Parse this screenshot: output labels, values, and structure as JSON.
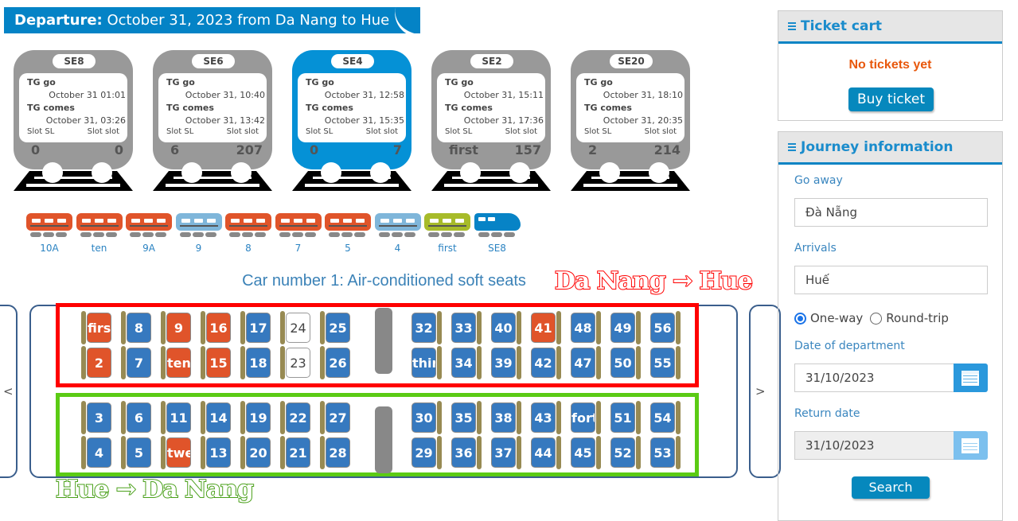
{
  "header": {
    "label": "Departure:",
    "text": " October 31, 2023 from Da Nang to Hue"
  },
  "trains": [
    {
      "name": "SE8",
      "go_label": "TG go",
      "go": "October 31 01:01",
      "comes_label": "TG comes",
      "comes": "October 31, 03:26",
      "slot_sl_label": "Slot SL",
      "slot_slot_label": "Slot slot",
      "sl": "0",
      "slot": "0",
      "active": false
    },
    {
      "name": "SE6",
      "go_label": "TG go",
      "go": "October 31, 10:40",
      "comes_label": "TG comes",
      "comes": "October 31, 13:42",
      "slot_sl_label": "Slot SL",
      "slot_slot_label": "Slot slot",
      "sl": "6",
      "slot": "207",
      "active": false
    },
    {
      "name": "SE4",
      "go_label": "TG go",
      "go": "October 31, 12:58",
      "comes_label": "TG comes",
      "comes": "October 31, 15:35",
      "slot_sl_label": "Slot SL",
      "slot_slot_label": "Slot slot",
      "sl": "0",
      "slot": "7",
      "active": true
    },
    {
      "name": "SE2",
      "go_label": "TG go",
      "go": "October 31, 15:11",
      "comes_label": "TG comes",
      "comes": "October 31, 17:36",
      "slot_sl_label": "Slot SL",
      "slot_slot_label": "Slot slot",
      "sl": "first",
      "slot": "157",
      "active": false
    },
    {
      "name": "SE20",
      "go_label": "TG go",
      "go": "October 31, 18:10",
      "comes_label": "TG comes",
      "comes": "October 31, 20:35",
      "slot_sl_label": "Slot SL",
      "slot_slot_label": "Slot slot",
      "sl": "2",
      "slot": "214",
      "active": false
    }
  ],
  "cars": [
    {
      "label": "10A",
      "color": "#e0542a"
    },
    {
      "label": "ten",
      "color": "#e0542a"
    },
    {
      "label": "9A",
      "color": "#e0542a"
    },
    {
      "label": "9",
      "color": "#7fb6da"
    },
    {
      "label": "8",
      "color": "#e0542a"
    },
    {
      "label": "7",
      "color": "#e0542a"
    },
    {
      "label": "5",
      "color": "#e0542a"
    },
    {
      "label": "4",
      "color": "#7fb6da"
    },
    {
      "label": "first",
      "color": "#a7bb2a"
    },
    {
      "label": "SE8",
      "color": "#0783c6",
      "engine": true
    }
  ],
  "car_title": "Car number 1: Air-conditioned soft seats",
  "annotations": {
    "top": "Da Nang → Hue",
    "bottom": "Hue → Da Nang"
  },
  "nav": {
    "prev": "<",
    "next": ">"
  },
  "seat_rows": [
    [
      [
        "first",
        "sold"
      ],
      [
        "8",
        "avail"
      ],
      [
        "9",
        "sold"
      ],
      [
        "16",
        "sold"
      ],
      [
        "17",
        "avail"
      ],
      [
        "24",
        "free"
      ],
      [
        "25",
        "avail"
      ],
      [
        "32",
        "avail"
      ],
      [
        "33",
        "avail"
      ],
      [
        "40",
        "avail"
      ],
      [
        "41",
        "sold"
      ],
      [
        "48",
        "avail"
      ],
      [
        "49",
        "avail"
      ],
      [
        "56",
        "avail"
      ]
    ],
    [
      [
        "2",
        "sold"
      ],
      [
        "7",
        "avail"
      ],
      [
        "ten",
        "sold"
      ],
      [
        "15",
        "sold"
      ],
      [
        "18",
        "avail"
      ],
      [
        "23",
        "free"
      ],
      [
        "26",
        "avail"
      ],
      [
        "thir",
        "avail"
      ],
      [
        "34",
        "avail"
      ],
      [
        "39",
        "avail"
      ],
      [
        "42",
        "avail"
      ],
      [
        "47",
        "avail"
      ],
      [
        "50",
        "avail"
      ],
      [
        "55",
        "avail"
      ]
    ],
    [
      [
        "3",
        "avail"
      ],
      [
        "6",
        "avail"
      ],
      [
        "11",
        "avail"
      ],
      [
        "14",
        "avail"
      ],
      [
        "19",
        "avail"
      ],
      [
        "22",
        "avail"
      ],
      [
        "27",
        "avail"
      ],
      [
        "30",
        "avail"
      ],
      [
        "35",
        "avail"
      ],
      [
        "38",
        "avail"
      ],
      [
        "43",
        "avail"
      ],
      [
        "fort",
        "avail"
      ],
      [
        "51",
        "avail"
      ],
      [
        "54",
        "avail"
      ]
    ],
    [
      [
        "4",
        "avail"
      ],
      [
        "5",
        "avail"
      ],
      [
        "twe",
        "sold"
      ],
      [
        "13",
        "avail"
      ],
      [
        "20",
        "avail"
      ],
      [
        "21",
        "avail"
      ],
      [
        "28",
        "avail"
      ],
      [
        "29",
        "avail"
      ],
      [
        "36",
        "avail"
      ],
      [
        "37",
        "avail"
      ],
      [
        "44",
        "avail"
      ],
      [
        "45",
        "avail"
      ],
      [
        "52",
        "avail"
      ],
      [
        "53",
        "avail"
      ]
    ]
  ],
  "cart": {
    "title": "Ticket cart",
    "empty": "No tickets yet",
    "buy": "Buy ticket"
  },
  "journey": {
    "title": "Journey information",
    "from_label": "Go away",
    "from": "Đà Nẵng",
    "to_label": "Arrivals",
    "to": "Huế",
    "one_way": "One-way",
    "round_trip": "Round-trip",
    "trip_type": "one-way",
    "depart_label": "Date of department",
    "depart": "31/10/2023",
    "return_label": "Return date",
    "return": "31/10/2023",
    "search": "Search"
  },
  "colors": {
    "primary": "#0483c6",
    "sold": "#e0542a",
    "available": "#3679bf"
  }
}
